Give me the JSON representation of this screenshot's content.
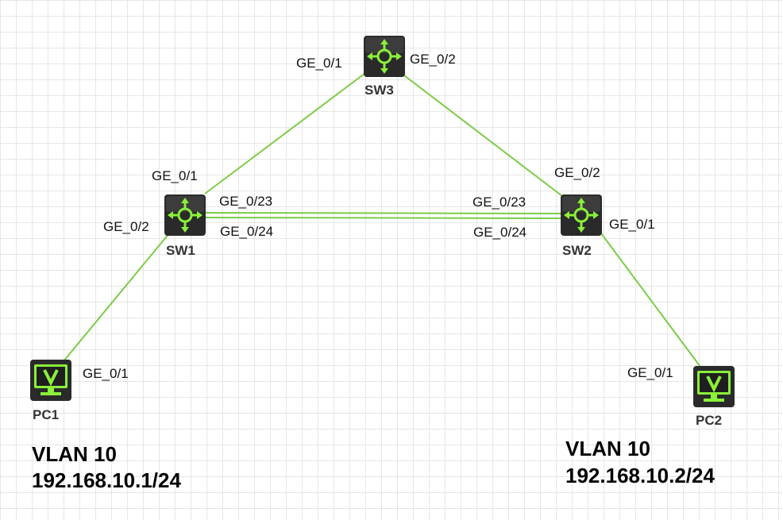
{
  "colors": {
    "link": "#7ccb48",
    "device_body": "#2a2a2a",
    "device_accent": "#8af03a"
  },
  "devices": {
    "sw3": {
      "name": "SW3",
      "icon": "l3-switch-icon"
    },
    "sw1": {
      "name": "SW1",
      "icon": "l3-switch-icon"
    },
    "sw2": {
      "name": "SW2",
      "icon": "l3-switch-icon"
    },
    "pc1": {
      "name": "PC1",
      "icon": "pc-monitor-icon"
    },
    "pc2": {
      "name": "PC2",
      "icon": "pc-monitor-icon"
    }
  },
  "ports": {
    "sw3_to_sw1": "GE_0/1",
    "sw3_to_sw2": "GE_0/2",
    "sw1_to_sw3": "GE_0/1",
    "sw1_to_pc1": "GE_0/2",
    "sw1_link_23": "GE_0/23",
    "sw1_link_24": "GE_0/24",
    "sw2_link_23": "GE_0/23",
    "sw2_link_24": "GE_0/24",
    "sw2_to_sw3": "GE_0/2",
    "sw2_to_pc2": "GE_0/1",
    "pc1_port": "GE_0/1",
    "pc2_port": "GE_0/1"
  },
  "annotations": {
    "pc1": {
      "vlan": "VLAN 10",
      "ip": "192.168.10.1/24"
    },
    "pc2": {
      "vlan": "VLAN 10",
      "ip": "192.168.10.2/24"
    }
  }
}
